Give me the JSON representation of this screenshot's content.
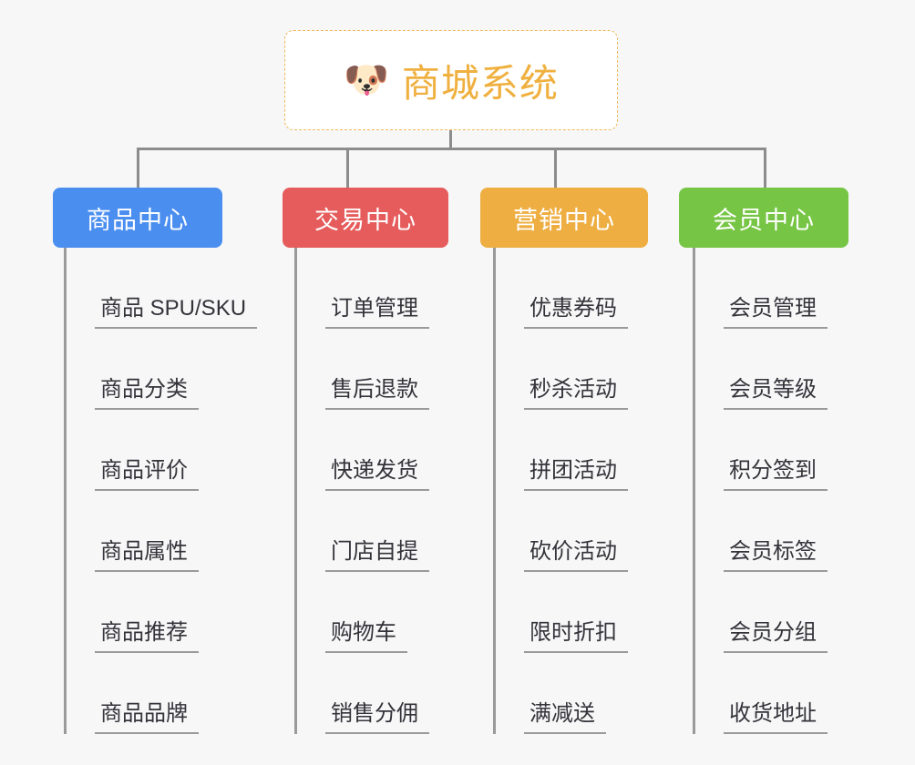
{
  "diagram": {
    "title": "商城系统",
    "type": "mindmap-tree",
    "background_color": "#f7f7f7"
  },
  "root": {
    "label": "商城系统",
    "icon": "dog-face-icon",
    "icon_glyph": "🐶",
    "text_color": "#efb03f",
    "border_color": "#f0b95c",
    "background_color": "#ffffff"
  },
  "line_color": "#8c8c8c",
  "categories": [
    {
      "label": "商品中心",
      "color": "#4a8ef0",
      "items": [
        {
          "label": "商品 SPU/SKU"
        },
        {
          "label": "商品分类"
        },
        {
          "label": "商品评价"
        },
        {
          "label": "商品属性"
        },
        {
          "label": "商品推荐"
        },
        {
          "label": "商品品牌"
        }
      ]
    },
    {
      "label": "交易中心",
      "color": "#e65c5c",
      "items": [
        {
          "label": "订单管理"
        },
        {
          "label": "售后退款"
        },
        {
          "label": "快递发货"
        },
        {
          "label": "门店自提"
        },
        {
          "label": "购物车"
        },
        {
          "label": "销售分佣"
        }
      ]
    },
    {
      "label": "营销中心",
      "color": "#eeae42",
      "items": [
        {
          "label": "优惠券码"
        },
        {
          "label": "秒杀活动"
        },
        {
          "label": "拼团活动"
        },
        {
          "label": "砍价活动"
        },
        {
          "label": "限时折扣"
        },
        {
          "label": "满减送"
        }
      ]
    },
    {
      "label": "会员中心",
      "color": "#76c544",
      "items": [
        {
          "label": "会员管理"
        },
        {
          "label": "会员等级"
        },
        {
          "label": "积分签到"
        },
        {
          "label": "会员标签"
        },
        {
          "label": "会员分组"
        },
        {
          "label": "收货地址"
        }
      ]
    }
  ]
}
